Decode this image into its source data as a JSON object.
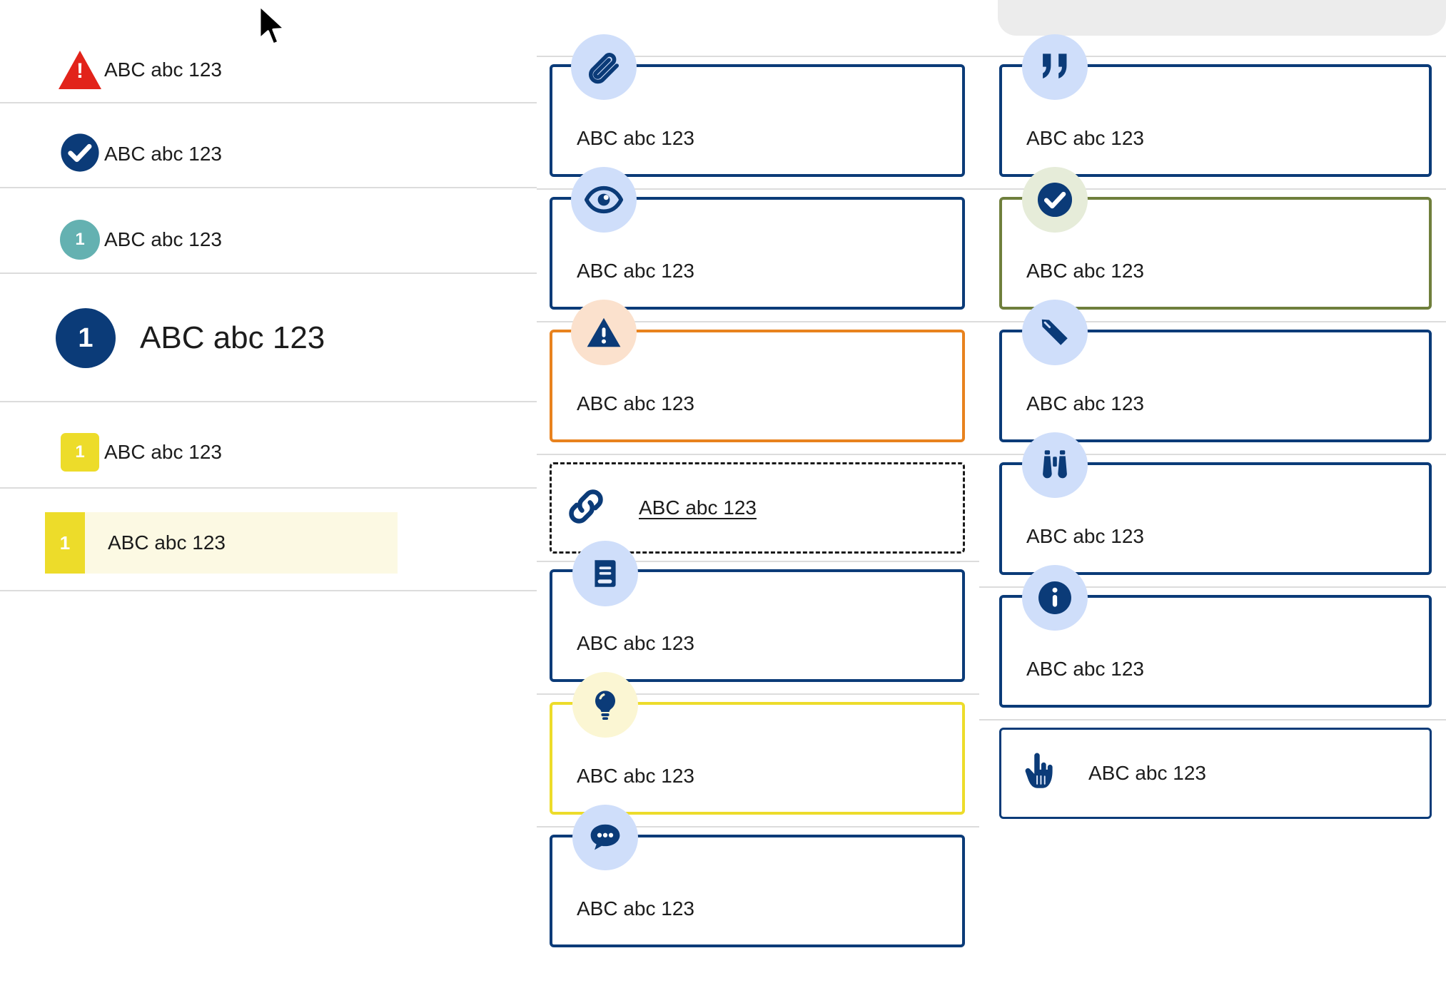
{
  "sidebar": {
    "items": [
      {
        "id": "alert",
        "icon": "alert-triangle-icon",
        "badge_text": "",
        "label": "ABC abc 123",
        "color": "#e2231a",
        "shape": "triangle"
      },
      {
        "id": "check",
        "icon": "check-circle-icon",
        "badge_text": "",
        "label": "ABC abc 123",
        "color": "#0b3b78",
        "shape": "circle"
      },
      {
        "id": "teal",
        "icon": "number-badge-icon",
        "badge_text": "1",
        "label": "ABC abc 123",
        "color": "#64b1b1",
        "shape": "circle"
      },
      {
        "id": "primary",
        "icon": "number-badge-icon",
        "badge_text": "1",
        "label": "ABC abc 123",
        "color": "#0b3b78",
        "shape": "circle"
      },
      {
        "id": "yellow",
        "icon": "number-badge-icon",
        "badge_text": "1",
        "label": "ABC abc 123",
        "color": "#eddc2a",
        "shape": "square"
      },
      {
        "id": "highlight",
        "icon": "number-badge-icon",
        "badge_text": "1",
        "label": "ABC abc 123",
        "color": "#eddc2a",
        "shape": "square",
        "highlight_bg": "#fcf9e3"
      }
    ]
  },
  "middle_column": {
    "cards": [
      {
        "id": "attachment",
        "icon": "paperclip-icon",
        "label": "ABC abc 123",
        "border_color": "#0b3b78",
        "bubble_color": "#cfdefa",
        "style": "solid"
      },
      {
        "id": "preview",
        "icon": "eye-icon",
        "label": "ABC abc 123",
        "border_color": "#0b3b78",
        "bubble_color": "#cfdefa",
        "style": "solid"
      },
      {
        "id": "warning",
        "icon": "warning-triangle-icon",
        "label": "ABC abc 123",
        "border_color": "#e8821e",
        "bubble_color": "#fbe1cd",
        "style": "solid"
      },
      {
        "id": "link",
        "icon": "link-icon",
        "label": "ABC abc 123",
        "border_color": "#1a1a1a",
        "bubble_color": "none",
        "style": "dashed"
      },
      {
        "id": "book",
        "icon": "book-icon",
        "label": "ABC abc 123",
        "border_color": "#0b3b78",
        "bubble_color": "#cfdefa",
        "style": "solid"
      },
      {
        "id": "idea",
        "icon": "lightbulb-icon",
        "label": "ABC abc 123",
        "border_color": "#eddc2a",
        "bubble_color": "#fbf6d3",
        "style": "solid"
      },
      {
        "id": "comment",
        "icon": "chat-bubble-icon",
        "label": "ABC abc 123",
        "border_color": "#0b3b78",
        "bubble_color": "#cfdefa",
        "style": "solid"
      }
    ]
  },
  "right_column": {
    "cards": [
      {
        "id": "quote",
        "icon": "quotation-marks-icon",
        "label": "ABC abc 123",
        "border_color": "#0b3b78",
        "bubble_color": "#cfdefa",
        "style": "solid"
      },
      {
        "id": "success",
        "icon": "check-circle-icon",
        "label": "ABC abc 123",
        "border_color": "#6f7f3c",
        "bubble_color": "#e6ecd9",
        "style": "solid"
      },
      {
        "id": "edit",
        "icon": "pencil-icon",
        "label": "ABC abc 123",
        "border_color": "#0b3b78",
        "bubble_color": "#cfdefa",
        "style": "solid"
      },
      {
        "id": "explore",
        "icon": "binoculars-icon",
        "label": "ABC abc 123",
        "border_color": "#0b3b78",
        "bubble_color": "#cfdefa",
        "style": "solid"
      },
      {
        "id": "info",
        "icon": "info-circle-icon",
        "label": "ABC abc 123",
        "border_color": "#0b3b78",
        "bubble_color": "#cfdefa",
        "style": "solid"
      },
      {
        "id": "action",
        "icon": "pointing-hand-icon",
        "label": "ABC abc 123",
        "border_color": "#0b3b78",
        "bubble_color": "none",
        "style": "thin"
      }
    ]
  },
  "cursor": {
    "icon": "mouse-pointer-icon"
  },
  "colors": {
    "primary_blue": "#0b3b78",
    "alert_red": "#e2231a",
    "teal": "#64b1b1",
    "yellow": "#eddc2a",
    "orange": "#e8821e",
    "green": "#6f7f3c",
    "bubble_blue": "#cfdefa",
    "highlight_bg": "#fcf9e3",
    "separator": "#dcdcdc"
  }
}
